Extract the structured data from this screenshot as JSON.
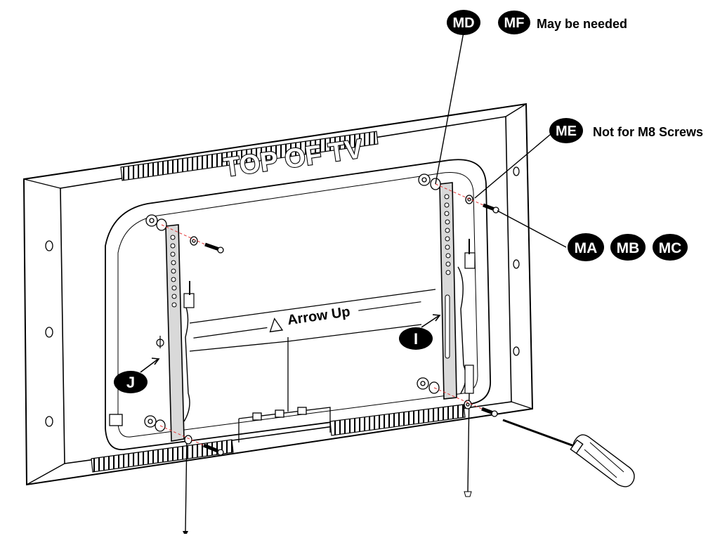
{
  "callouts": {
    "md": "MD",
    "mf": "MF",
    "may_be_needed": "May be needed",
    "me": "ME",
    "not_for_m8": "Not for M8 Screws",
    "ma": "MA",
    "mb": "MB",
    "mc": "MC",
    "i": "I",
    "j": "J"
  },
  "tv": {
    "top_label": "TOP OF TV",
    "arrow_label": "Arrow Up",
    "arrow_symbol": "△"
  },
  "colors": {
    "line": "#000000",
    "fill": "#ffffff",
    "bracket": "#d9d9d9",
    "shade": "#bdbdbd",
    "badge": "#000000"
  }
}
